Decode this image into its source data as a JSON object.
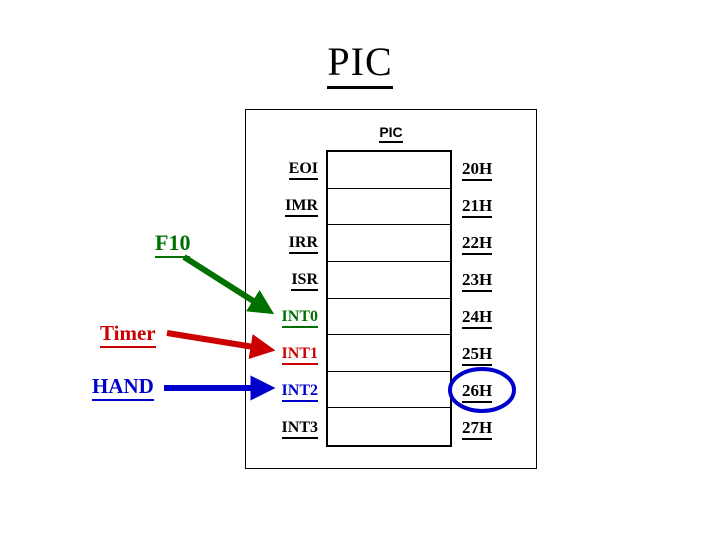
{
  "title": "PIC",
  "diagram": {
    "block_caption": "PIC",
    "registers": [
      {
        "name": "EOI",
        "address": "20H",
        "name_color": "#000000",
        "highlighted": false
      },
      {
        "name": "IMR",
        "address": "21H",
        "name_color": "#000000",
        "highlighted": false
      },
      {
        "name": "IRR",
        "address": "22H",
        "name_color": "#000000",
        "highlighted": false
      },
      {
        "name": "ISR",
        "address": "23H",
        "name_color": "#000000",
        "highlighted": false
      },
      {
        "name": "INT0",
        "address": "24H",
        "name_color": "#007000",
        "highlighted": false
      },
      {
        "name": "INT1",
        "address": "25H",
        "name_color": "#CC0000",
        "highlighted": false
      },
      {
        "name": "INT2",
        "address": "26H",
        "name_color": "#0000CC",
        "highlighted": true
      },
      {
        "name": "INT3",
        "address": "27H",
        "name_color": "#000000",
        "highlighted": false
      }
    ],
    "sources": [
      {
        "label": "F10",
        "color": "#007000",
        "target": "INT0"
      },
      {
        "label": "Timer",
        "color": "#CC0000",
        "target": "INT1"
      },
      {
        "label": "HAND",
        "color": "#0000CC",
        "target": "INT2"
      }
    ],
    "highlight_color": "#0000CC"
  },
  "colors": {
    "green": "#007000",
    "red": "#CC0000",
    "blue": "#0000CC",
    "black": "#000000",
    "background": "#FFFFFF"
  }
}
